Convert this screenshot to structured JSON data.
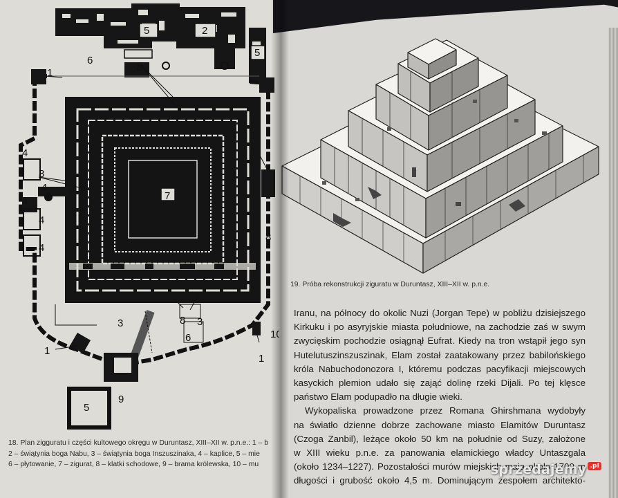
{
  "left_page": {
    "plan_labels": {
      "l1": "1",
      "l2": "2",
      "l3": "3",
      "l4": "4",
      "l5": "5",
      "l6": "6",
      "l7": "7",
      "l8": "8",
      "l9": "9",
      "l10": "10"
    },
    "caption": {
      "line1": "18. Plan zigguratu i części kultowego okręgu w Duruntasz, XIII–XII w. p.n.e.: 1 – b",
      "line2": "2 – świątynia boga Nabu, 3 – świątynia boga Inszuszinaka, 4 – kaplice, 5 – mie",
      "line3": "6 – płytowanie, 7 – zigurat, 8 – klatki schodowe, 9 – brama królewska, 10 – mu"
    }
  },
  "right_page": {
    "figure_caption": "19. Próba rekonstrukcji ziguratu w Duruntasz, XIII–XII w. p.n.e.",
    "paragraph1": [
      "Iranu, na północy do okolic Nuzi (Jorgan Tepe) w pobliżu dzisiejszego",
      "Kirkuku i po asyryjskie miasta południowe, na zachodzie zaś w swym",
      "zwycięskim pochodzie osiągnął Eufrat. Kiedy na tron wstąpił jego syn",
      "Hutelutuszinszuszinak, Elam został zaatakowany przez babilońskiego",
      "króla Nabuchodonozora I, któremu podczas pacyfikacji miejscowych",
      "kasyckich plemion udało się zająć dolinę rzeki Dijali. Po tej klęsce",
      "państwo Elam podupadło na długie wieki."
    ],
    "paragraph2": [
      "Wykopaliska prowadzone przez Romana Ghirshmana wydobyły",
      "na światło dzienne dobrze zachowane miasto Elamitów Duruntasz",
      "(Czoga Zanbil), leżące około 50 km na południe od Suzy, założone",
      "w XIII wieku p.n.e. za panowania elamickiego władcy Untaszgala",
      "(około 1234–1227). Pozostałości murów miejskich mają około 1700 m",
      "długości i grubość około 4,5 m. Dominującym zespołem architekto-"
    ]
  },
  "watermark": {
    "text": "sprzedajemy",
    "badge": ".pl"
  }
}
